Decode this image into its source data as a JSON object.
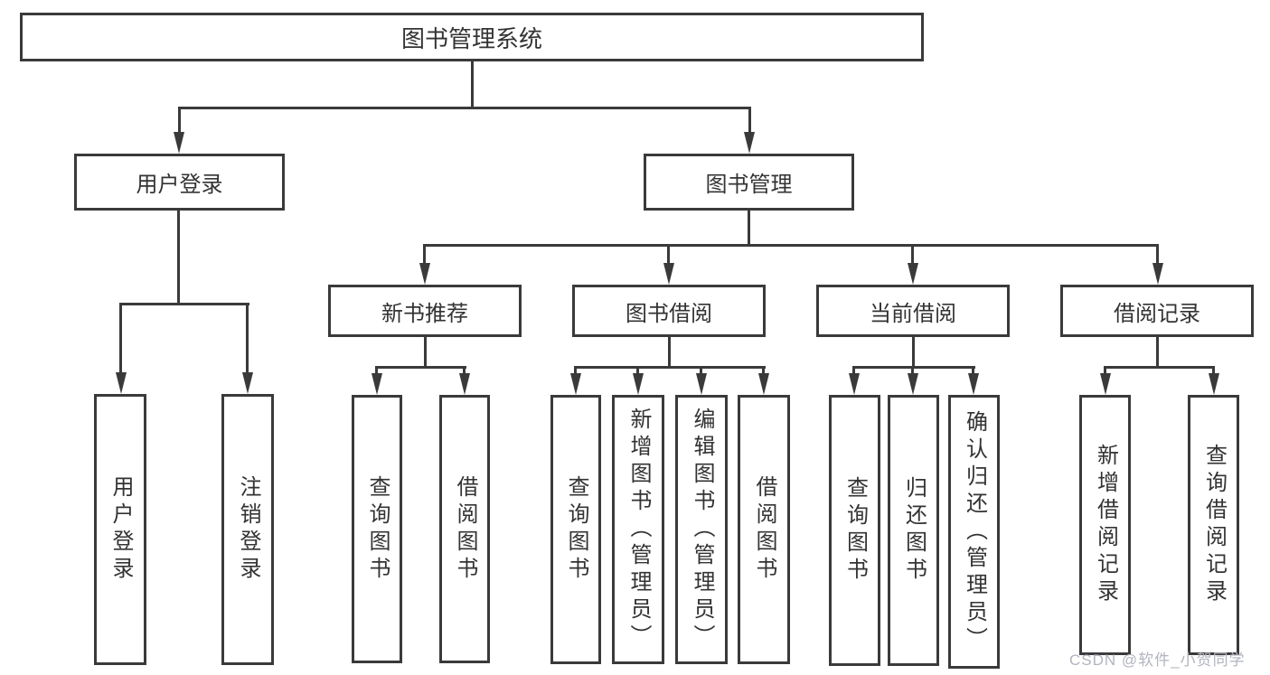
{
  "watermark": "CSDN @软件_小贺同学",
  "colors": {
    "line": "#3a3a3a",
    "text": "#333333",
    "background": "#ffffff",
    "watermark": "#b2b4bf"
  },
  "tree": {
    "root": "图书管理系统",
    "branches": [
      {
        "label": "用户登录",
        "children": [
          "用户登录",
          "注销登录"
        ]
      },
      {
        "label": "图书管理",
        "sections": [
          {
            "label": "新书推荐",
            "children": [
              "查询图书",
              "借阅图书"
            ]
          },
          {
            "label": "图书借阅",
            "children": [
              "查询图书",
              "新增图书（管理员）",
              "编辑图书（管理员）",
              "借阅图书"
            ]
          },
          {
            "label": "当前借阅",
            "children": [
              "查询图书",
              "归还图书",
              "确认归还（管理员）"
            ]
          },
          {
            "label": "借阅记录",
            "children": [
              "新增借阅记录",
              "查询借阅记录"
            ]
          }
        ]
      }
    ]
  }
}
